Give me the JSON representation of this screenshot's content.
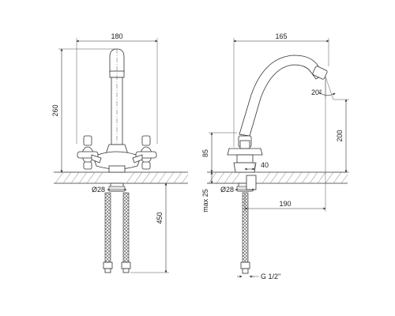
{
  "front_view": {
    "dims": {
      "width_total": "180",
      "height_total": "260",
      "base_diameter": "Ø28",
      "hose_length": "450"
    }
  },
  "side_view": {
    "dims": {
      "reach": "165",
      "spout_height": "200",
      "spout_angle": "20°",
      "handle_height": "85",
      "base_offset": "40",
      "base_diameter": "Ø28",
      "max_thickness": "max 25",
      "hose_reach": "190",
      "thread": "G 1/2\""
    }
  }
}
